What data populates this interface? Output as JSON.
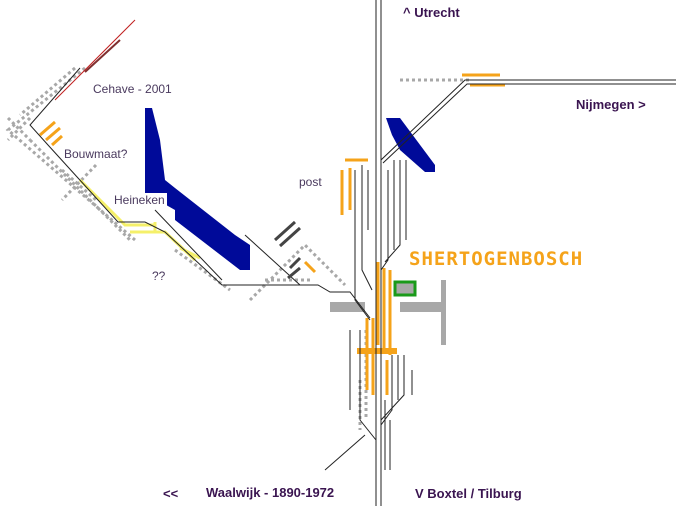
{
  "destinations": {
    "north": "^ Utrecht",
    "east": "Nijmegen >",
    "south": "V  Boxtel / Tilburg",
    "west_arrow": "<<",
    "west": "Waalwijk - 1890-1972"
  },
  "station": "SHERTOGENBOSCH",
  "labels": {
    "cehave": "Cehave - 2001",
    "bouwmaat": "Bouwmaat?",
    "heineken": "Heineken",
    "post": "post",
    "unknown": "??"
  },
  "colors": {
    "track": "#000000",
    "old_track": "#a0a0a0",
    "platform": "#f5a31a",
    "siding": "#f5f06a",
    "industry": "#000a99",
    "station_building": "#1a9a1a",
    "text": "#3a1450"
  }
}
